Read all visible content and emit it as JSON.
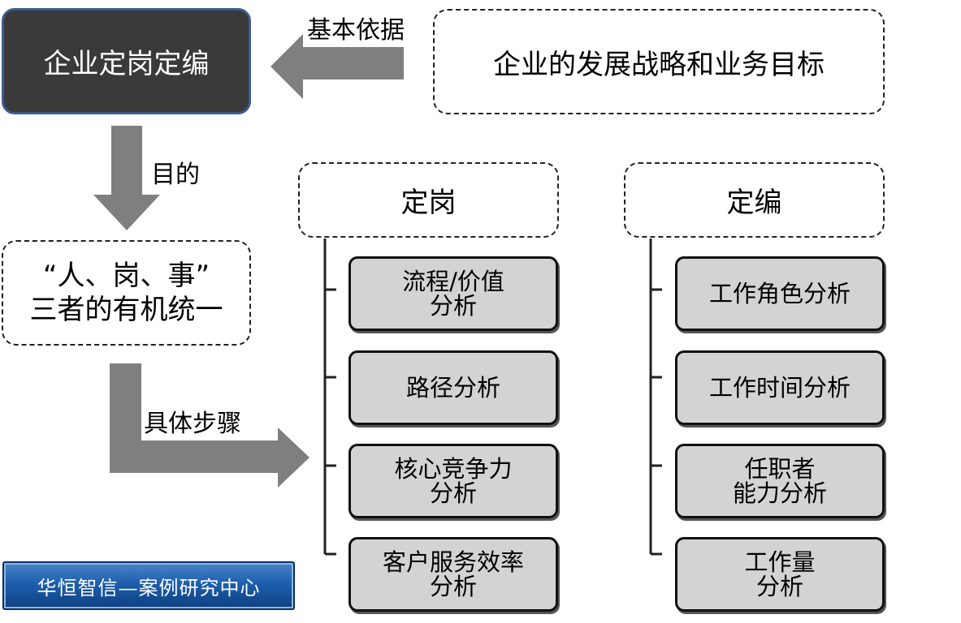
{
  "top": {
    "main_box": "企业定岗定编",
    "basis_label": "基本依据",
    "strategy_box": "企业的发展战略和业务目标"
  },
  "left": {
    "purpose_label": "目的",
    "unity_line1": "“人、岗、事”",
    "unity_line2": "三者的有机统一",
    "steps_label": "具体步骤"
  },
  "ding_gang": {
    "header": "定岗",
    "items": [
      {
        "line1": "流程/价值",
        "line2": "分析"
      },
      {
        "line1": "路径分析",
        "line2": ""
      },
      {
        "line1": "核心竞争力",
        "line2": "分析"
      },
      {
        "line1": "客户服务效率",
        "line2": "分析"
      }
    ]
  },
  "ding_bian": {
    "header": "定编",
    "items": [
      {
        "line1": "工作角色分析",
        "line2": ""
      },
      {
        "line1": "工作时间分析",
        "line2": ""
      },
      {
        "line1": "任职者",
        "line2": "能力分析"
      },
      {
        "line1": "工作量",
        "line2": "分析"
      }
    ]
  },
  "logo": {
    "text": "华恒智信—案例研究中心"
  },
  "colors": {
    "main_fill": "#3a3a3a",
    "main_border": "#3d5a8c",
    "arrow": "#7f7f7f",
    "item_fill": "#d3d3d3",
    "logo_blue": "#1d5fae"
  }
}
